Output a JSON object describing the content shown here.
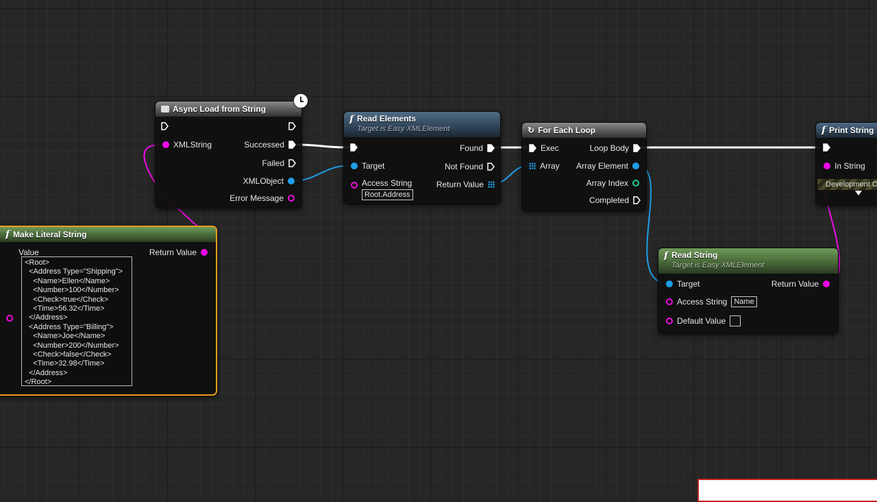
{
  "colors": {
    "exec_wire": "#ffffff",
    "object_wire": "#1e9ee8",
    "string_wire": "#f00be6",
    "selected_border": "#e89a1c"
  },
  "nodes": {
    "async_load": {
      "title": "Async Load from String",
      "icon": "async-node-icon",
      "inputs": {
        "xml_string": "XMLString"
      },
      "outputs": {
        "successed": "Successed",
        "failed": "Failed",
        "xml_object": "XMLObject",
        "error_message": "Error Message"
      }
    },
    "read_elements": {
      "title": "Read Elements",
      "subtitle": "Target is Easy XMLElement",
      "inputs": {
        "target": "Target",
        "access_string": "Access String",
        "access_string_value": "Root.Address"
      },
      "outputs": {
        "found": "Found",
        "not_found": "Not Found",
        "return_value": "Return Value"
      }
    },
    "for_each_loop": {
      "title": "For Each Loop",
      "inputs": {
        "exec": "Exec",
        "array": "Array"
      },
      "outputs": {
        "loop_body": "Loop Body",
        "array_element": "Array Element",
        "array_index": "Array Index",
        "completed": "Completed"
      }
    },
    "print_string": {
      "title": "Print String",
      "inputs": {
        "in_string": "In String"
      },
      "dev_label": "Development Only"
    },
    "make_literal": {
      "title": "Make Literal String",
      "value_label": "Value",
      "return_value": "Return Value",
      "xml_text": "<Root>\n  <Address Type=\"Shipping\">\n    <Name>Ellen</Name>\n    <Number>100</Number>\n    <Check>true</Check>\n    <Time>56.32</Time>\n  </Address>\n  <Address Type=\"Billing\">\n    <Name>Joe</Name>\n    <Number>200</Number>\n    <Check>false</Check>\n    <Time>32.98</Time>\n  </Address>\n</Root>"
    },
    "read_string": {
      "title": "Read String",
      "subtitle": "Target is Easy XMLElement",
      "inputs": {
        "target": "Target",
        "access_string": "Access String",
        "access_string_value": "Name",
        "default_value": "Default Value"
      },
      "outputs": {
        "return_value": "Return Value"
      }
    }
  }
}
